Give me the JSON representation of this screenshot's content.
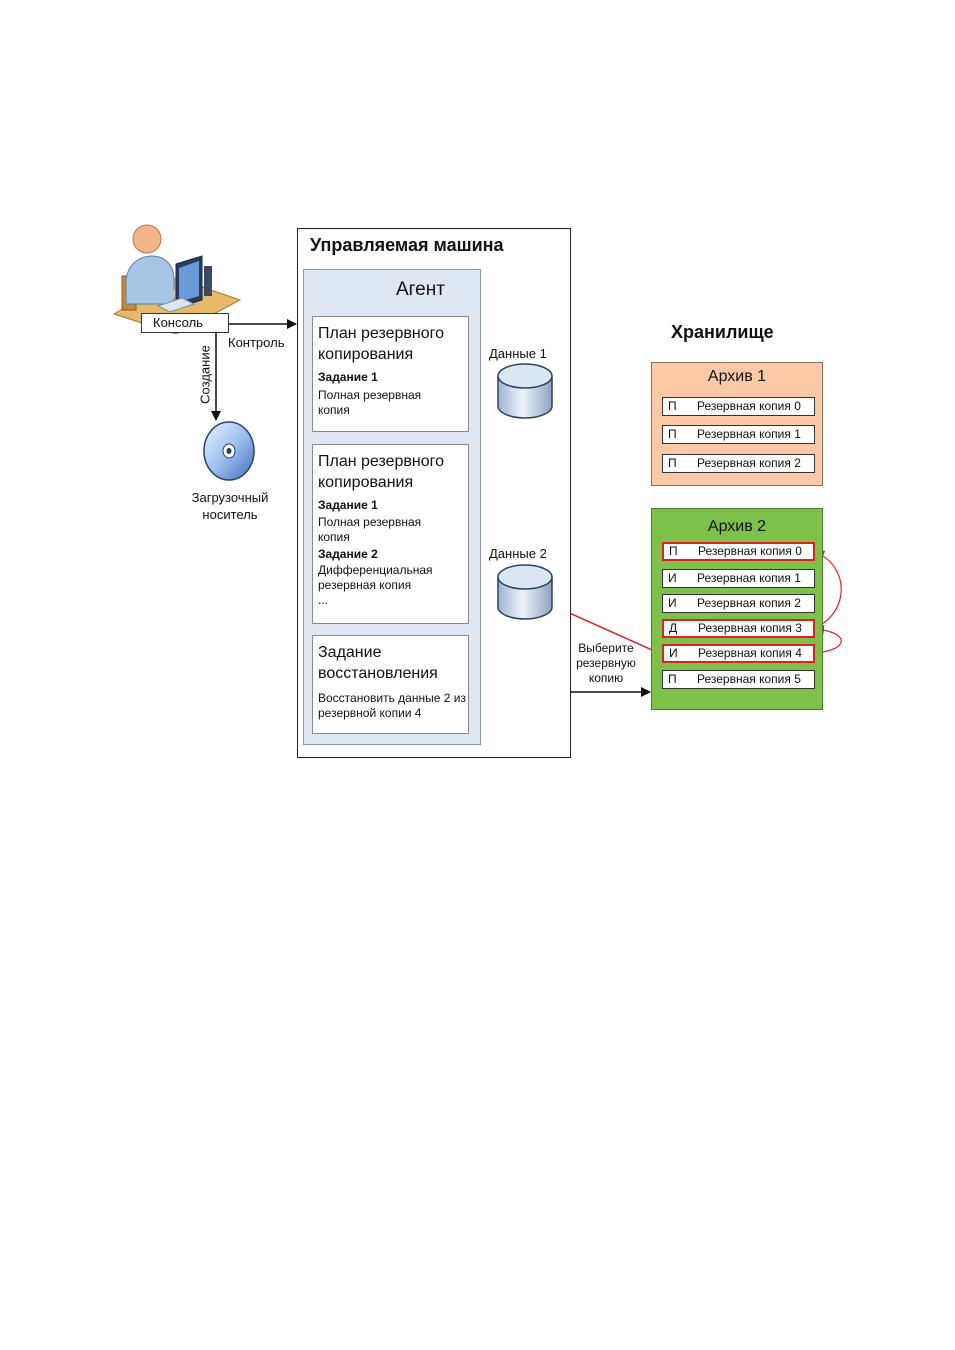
{
  "managed_machine": {
    "title": "Управляемая машина",
    "agent": {
      "title": "Агент",
      "plan1": {
        "title": "План резервного копирования",
        "task1_label": "Задание 1",
        "task1_desc": "Полная резервная копия"
      },
      "plan2": {
        "title": "План резервного копирования",
        "task1_label": "Задание 1",
        "task1_desc": "Полная резервная копия",
        "task2_label": "Задание 2",
        "task2_desc": "Дифференциальная резервная копия",
        "ellipsis": "..."
      },
      "restore": {
        "title": "Задание восстановления",
        "desc": "Восстановить данные 2 из резервной копии 4"
      }
    },
    "data1": "Данные 1",
    "data2": "Данные 2"
  },
  "console": {
    "label": "Консоль",
    "control_label": "Контроль",
    "create_label": "Создание",
    "boot_media": "Загрузочный носитель"
  },
  "select_backup": "Выберите резервную копию",
  "storage": {
    "title": "Хранилище",
    "archive1": {
      "title": "Архив 1",
      "items": [
        {
          "type": "П",
          "name": "Резервная копия 0"
        },
        {
          "type": "П",
          "name": "Резервная копия 1"
        },
        {
          "type": "П",
          "name": "Резервная копия 2"
        }
      ]
    },
    "archive2": {
      "title": "Архив 2",
      "items": [
        {
          "type": "П",
          "name": "Резервная копия 0"
        },
        {
          "type": "И",
          "name": "Резервная копия 1"
        },
        {
          "type": "И",
          "name": "Резервная копия 2"
        },
        {
          "type": "Д",
          "name": "Резервная копия 3"
        },
        {
          "type": "И",
          "name": "Резервная копия 4"
        },
        {
          "type": "П",
          "name": "Резервная копия 5"
        }
      ]
    }
  },
  "colors": {
    "archive1_fill": "#fbc9a6",
    "archive2_fill": "#7dc14a",
    "agent_fill": "#dfe7f2",
    "highlight": "#e02020"
  }
}
